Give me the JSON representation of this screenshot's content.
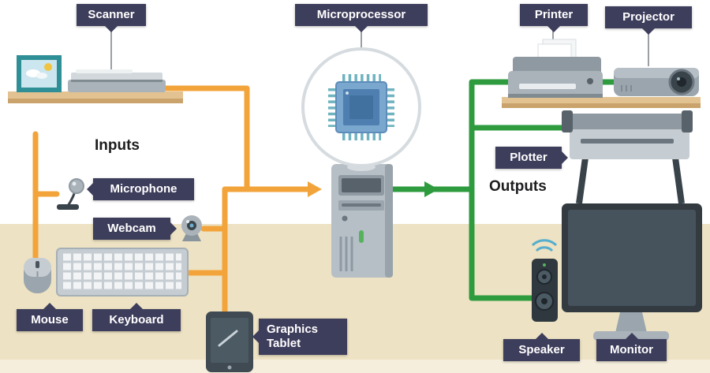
{
  "scene": {
    "inputs_heading": "Inputs",
    "outputs_heading": "Outputs"
  },
  "labels": {
    "scanner": "Scanner",
    "microprocessor": "Microprocessor",
    "printer": "Printer",
    "projector": "Projector",
    "microphone": "Microphone",
    "webcam": "Webcam",
    "plotter": "Plotter",
    "mouse": "Mouse",
    "keyboard": "Keyboard",
    "graphics_tablet": "Graphics Tablet",
    "speaker": "Speaker",
    "monitor": "Monitor"
  },
  "groups": {
    "inputs": [
      "Scanner",
      "Microphone",
      "Webcam",
      "Mouse",
      "Keyboard",
      "Graphics Tablet"
    ],
    "processor": "Microprocessor",
    "outputs": [
      "Printer",
      "Projector",
      "Plotter",
      "Speaker",
      "Monitor"
    ]
  },
  "colors": {
    "input_flow": "#F2A43B",
    "output_flow": "#2E9B3F",
    "label_background": "#3D3D5C",
    "label_text": "#FFFFFF",
    "desk": "#EDE2C3",
    "shelf": "#E2C291"
  }
}
